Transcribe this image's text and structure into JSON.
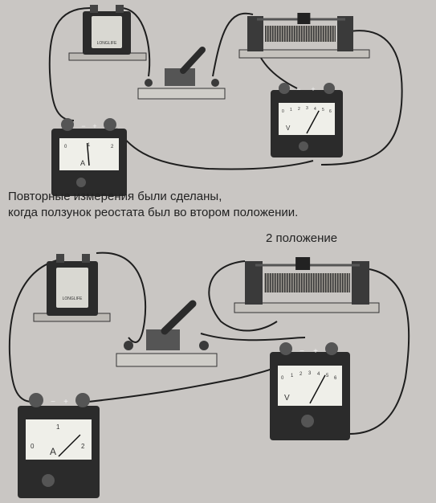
{
  "text": {
    "line1": "Повторные измерения были сделаны,",
    "line2": "когда ползунок реостата был во втором положении.",
    "position_label": "2 положение"
  },
  "source_labels": {
    "brand": "LONGLIFE"
  },
  "ammeter_labels": {
    "symbol": "A",
    "scale": [
      "0",
      "1",
      "2"
    ]
  },
  "voltmeter_labels": {
    "symbol": "V",
    "scale": [
      "0",
      "1",
      "2",
      "3",
      "4",
      "5",
      "6"
    ]
  },
  "terminals": {
    "minus": "−",
    "plus": "+"
  },
  "colors": {
    "paper": "#c9c6c3",
    "device_dark": "#2b2b2b",
    "face": "#efefe9",
    "wire": "#1e1e1e"
  },
  "readings": {
    "top_ammeter_value": 0.9,
    "top_voltmeter_value": 4.7,
    "bottom_ammeter_value": 1.9,
    "bottom_voltmeter_value": 4.7,
    "top_slider_fraction": 0.55,
    "bottom_slider_fraction": 0.45
  }
}
